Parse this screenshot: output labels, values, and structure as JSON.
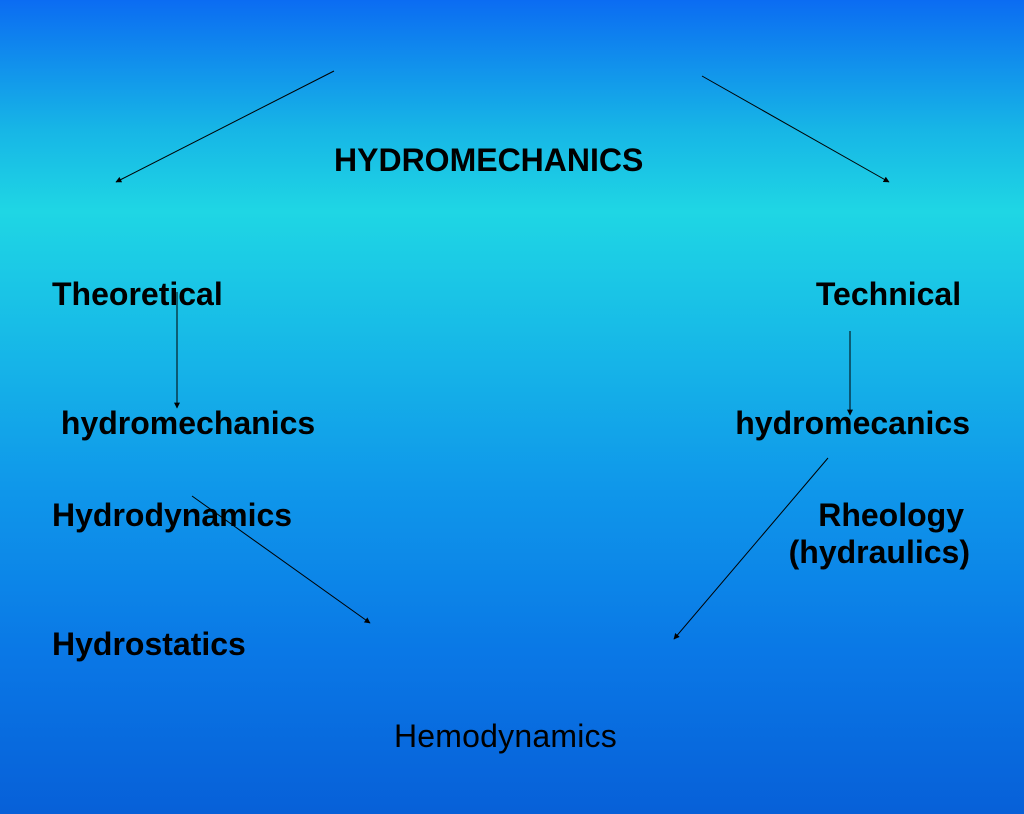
{
  "diagram": {
    "root": {
      "label": "HYDROMECHANICS"
    },
    "theoretical": {
      "line1": "Theoretical",
      "line2": " hydromechanics"
    },
    "technical": {
      "line1": "Technical ",
      "line2": "hydromecanics",
      "line3": "(hydraulics)"
    },
    "hydro": {
      "line1": "Hydrodynamics",
      "line2": "Hydrostatics"
    },
    "rheology": {
      "label": "Rheology"
    },
    "hemodynamics": {
      "label": "Hemodynamics"
    }
  }
}
